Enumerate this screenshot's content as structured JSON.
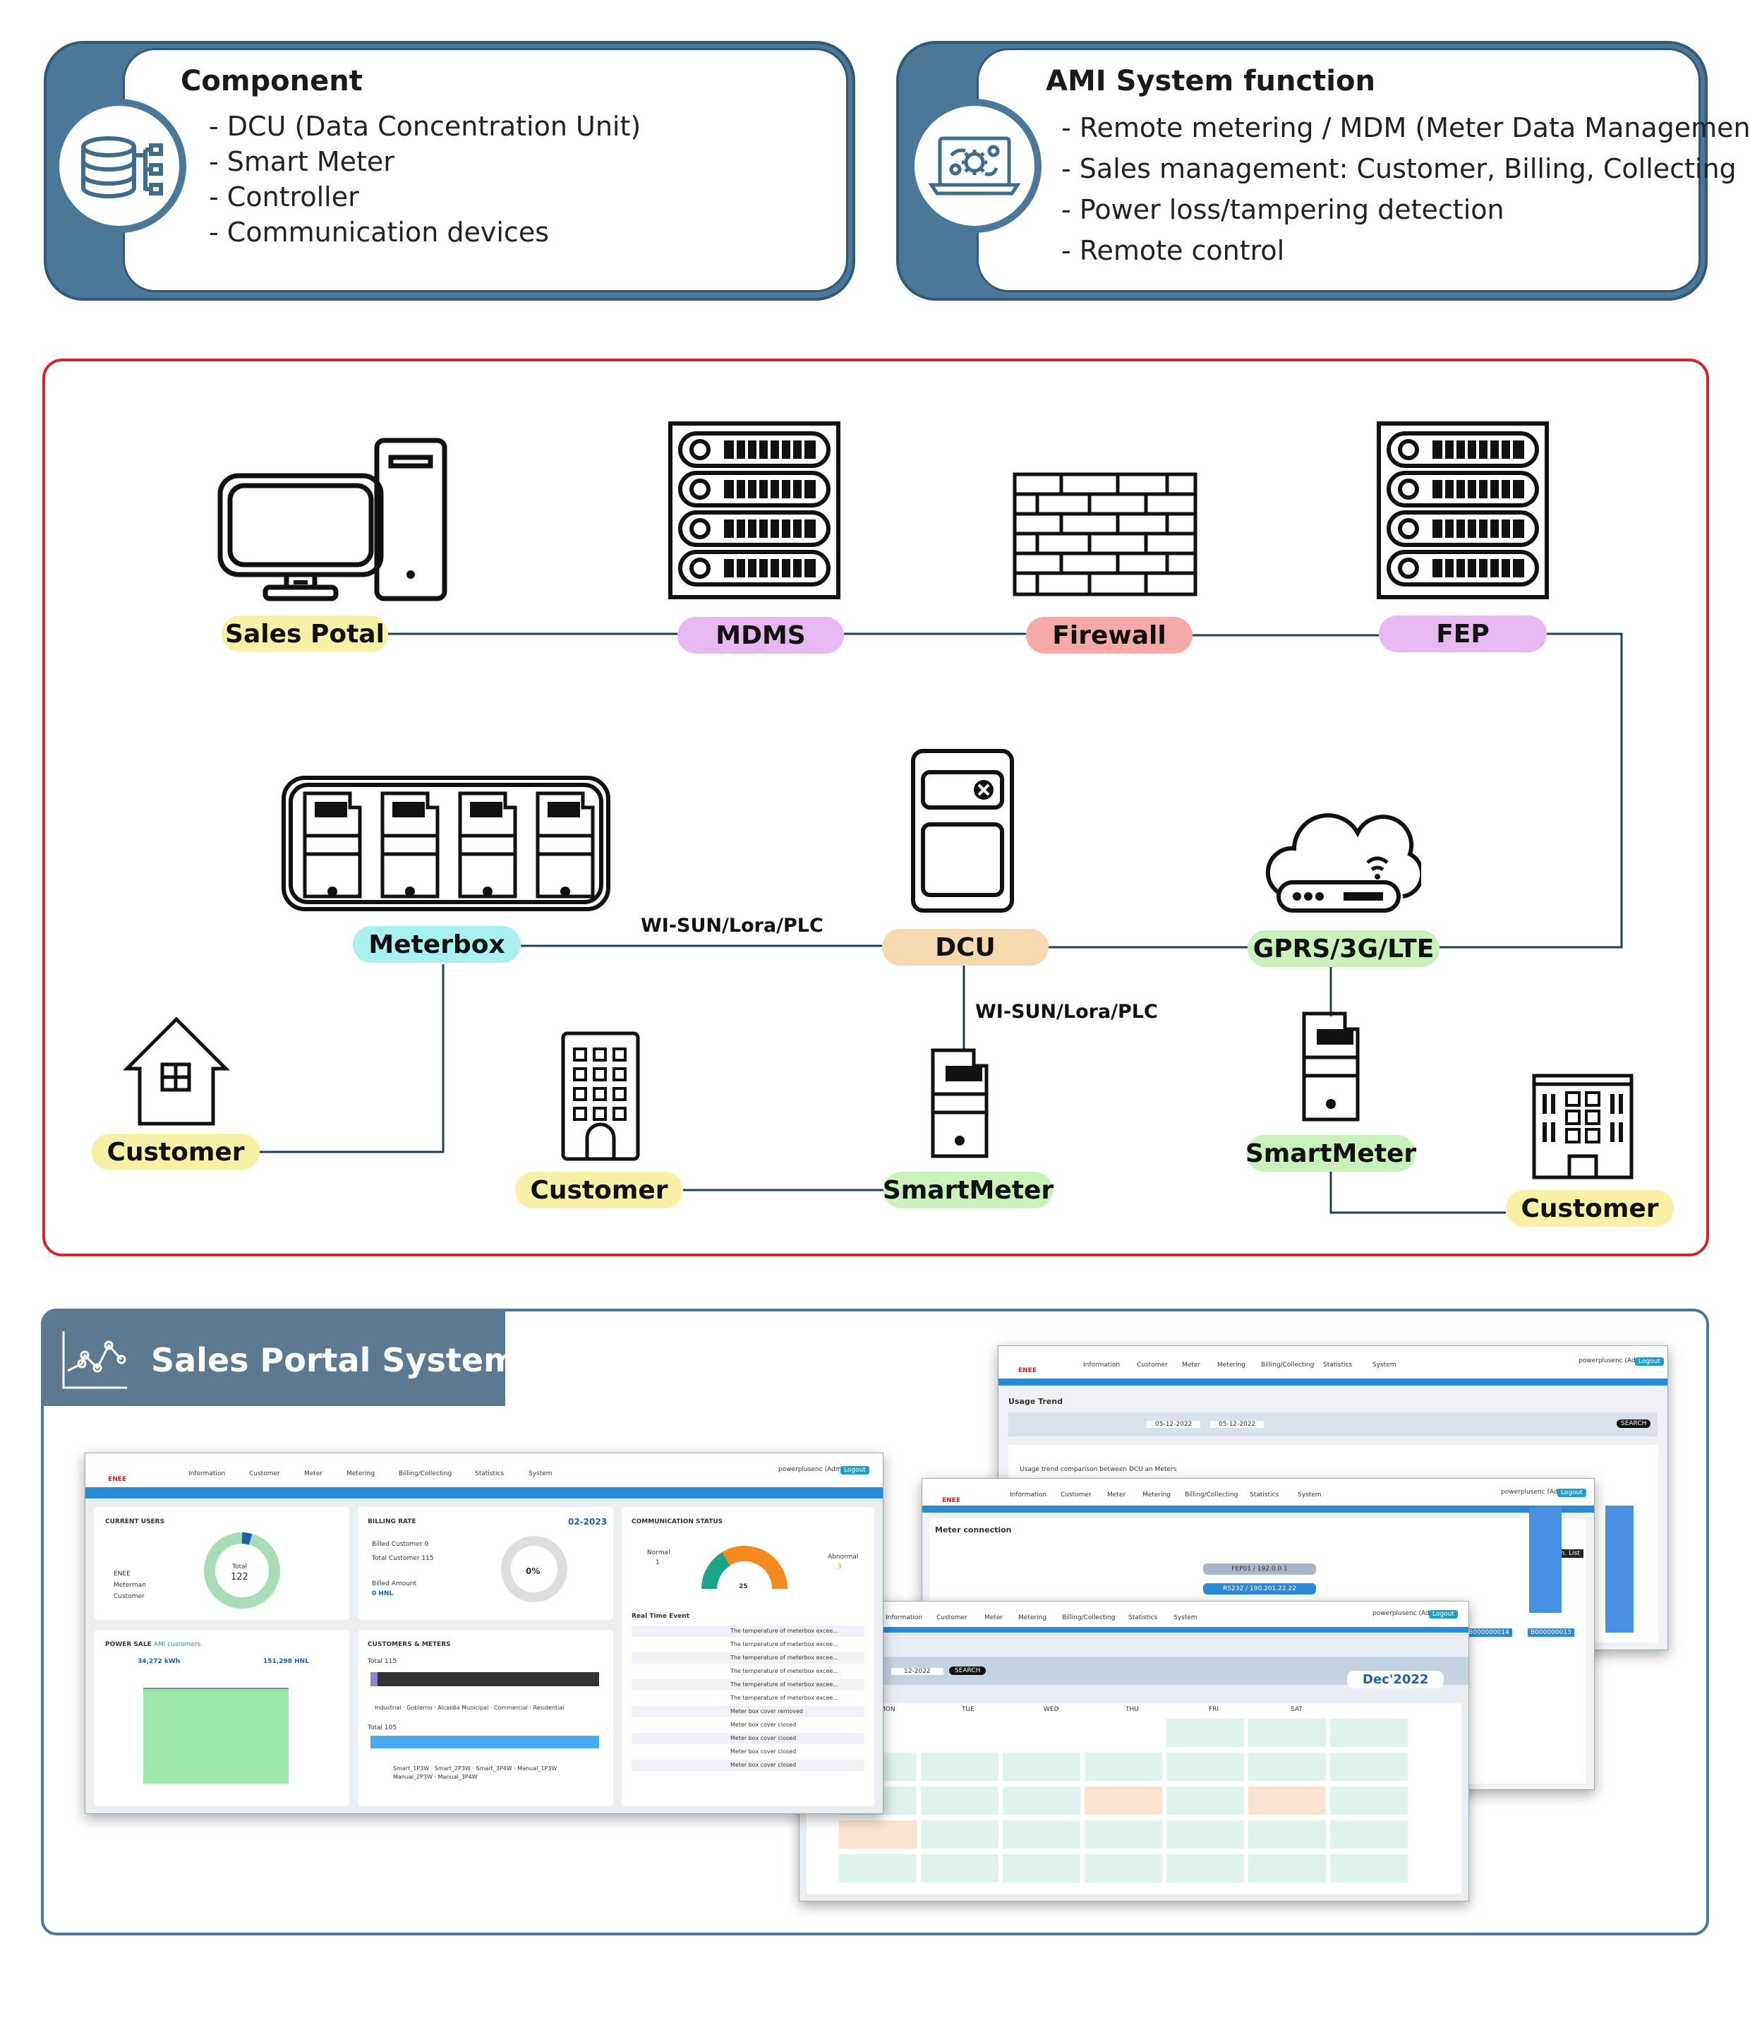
{
  "component_card": {
    "title": "Component",
    "icon": "database-icon",
    "items": [
      "- DCU (Data Concentration Unit)",
      "- Smart Meter",
      "- Controller",
      "- Communication devices"
    ]
  },
  "ami_card": {
    "title": "AMI System function",
    "icon": "laptop-gear-icon",
    "items": [
      "- Remote metering / MDM (Meter Data Management)",
      "- Sales management: Customer, Billing, Collecting",
      "- Power loss/tampering detection",
      "- Remote control"
    ]
  },
  "diagram": {
    "nodes": {
      "sales_potal": {
        "label": "Sales Potal",
        "color": "#f7f1a8",
        "icon": "desktop-computer-icon"
      },
      "mdms": {
        "label": "MDMS",
        "color": "#e7b8f2",
        "icon": "server-rack-icon"
      },
      "firewall": {
        "label": "Firewall",
        "color": "#f5a9a9",
        "icon": "brick-wall-icon"
      },
      "fep": {
        "label": "FEP",
        "color": "#e7b8f2",
        "icon": "server-rack-icon"
      },
      "meterbox": {
        "label": "Meterbox",
        "color": "#a9f0ee",
        "icon": "meterbox-icon"
      },
      "dcu": {
        "label": "DCU",
        "color": "#f7d9b0",
        "icon": "dcu-device-icon"
      },
      "gprs": {
        "label": "GPRS/3G/LTE",
        "color": "#c8f2b9",
        "icon": "cloud-router-icon"
      },
      "customer_house": {
        "label": "Customer",
        "color": "#f7f1a8",
        "icon": "house-icon"
      },
      "customer_apartment": {
        "label": "Customer",
        "color": "#f7f1a8",
        "icon": "apartment-icon"
      },
      "smartmeter_mid": {
        "label": "SmartMeter",
        "color": "#c8f2b9",
        "icon": "smart-meter-icon"
      },
      "smartmeter_right": {
        "label": "SmartMeter",
        "color": "#c8f2b9",
        "icon": "smart-meter-icon"
      },
      "customer_office": {
        "label": "Customer",
        "color": "#f7f1a8",
        "icon": "office-building-icon"
      }
    },
    "link_labels": {
      "meterbox_dcu": "WI-SUN/Lora/PLC",
      "dcu_smartmeter": "WI-SUN/Lora/PLC"
    }
  },
  "portal": {
    "title": "Sales Portal System",
    "icon": "analytics-chart-icon",
    "brand": "ENEE",
    "nav": [
      "Information",
      "Customer",
      "Meter",
      "Metering",
      "Billing/Collecting",
      "Statistics",
      "System"
    ],
    "user": "powerplusenc (Admin)",
    "logout": "Logout",
    "dashboard": {
      "current_users": {
        "title": "CURRENT USERS",
        "total_label": "Total",
        "total": "122",
        "legend": [
          "ENEE",
          "Meterman",
          "Customer"
        ]
      },
      "billing_rate": {
        "title": "BILLING RATE",
        "period": "02-2023",
        "billed_customer": "Billed Customer 0",
        "total_customer": "Total Customer 115",
        "billed_amount_label": "Billed Amount",
        "billed_amount": "0 HNL",
        "rate": "0%"
      },
      "communication": {
        "title": "COMMUNICATION STATUS",
        "normal_label": "Normal",
        "normal": "1",
        "abnormal_label": "Abnormal",
        "abnormal": "3",
        "gauge": "25"
      },
      "power_sale": {
        "title": "POWER SALE",
        "subtitle": "AMI customers",
        "kwh": "34,272 kWh",
        "hnl": "151,298 HNL"
      },
      "customers_meters": {
        "title": "CUSTOMERS & METERS",
        "total1": "Total 115",
        "total2": "Total 105",
        "legend1": [
          "Industrial",
          "Gobierno",
          "Alcaldia Municipal",
          "Commercial",
          "Residential"
        ],
        "legend2": [
          "Smart_1P3W",
          "Smart_2P3W",
          "Smart_3P4W",
          "Manual_1P3W",
          "Manual_2P3W",
          "Manual_3P4W"
        ]
      },
      "realtime": {
        "title": "Real Time Event",
        "events": [
          "The temperature of meterbox excee...",
          "The temperature of meterbox excee...",
          "The temperature of meterbox excee...",
          "The temperature of meterbox excee...",
          "The temperature of meterbox excee...",
          "The temperature of meterbox excee...",
          "Meter box cover removed",
          "Meter box cover closed",
          "Meter box cover closed",
          "Meter box cover closed",
          "Meter box cover closed"
        ]
      }
    },
    "usage_trend": {
      "title": "Usage Trend",
      "subtitle": "Usage trend comparison between DCU an Meters",
      "search": "SEARCH",
      "from": "05-12-2022",
      "to": "05-12-2022"
    },
    "meter_connection": {
      "title": "Meter connection",
      "nodes": [
        "FEP01 / 192.0.0.1",
        "RS232 / 190.201.22.22"
      ],
      "btn": "Comm. List",
      "cols": [
        "B000000014",
        "B000000013"
      ]
    },
    "billing_calendar": {
      "month": "Dec'2022",
      "weekdays": [
        "MON",
        "TUE",
        "WED",
        "THU",
        "FRI",
        "SAT"
      ],
      "search": "SEARCH",
      "date": "12-2022"
    }
  }
}
